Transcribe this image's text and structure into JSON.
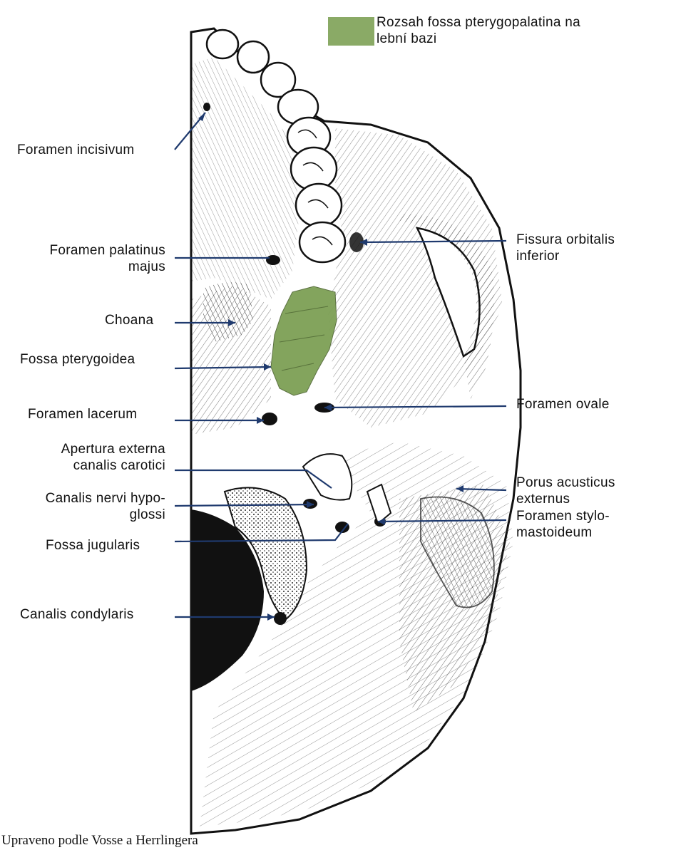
{
  "legend": {
    "color": "#8aaa66",
    "line1": "Rozsah fossa pterygopalatina na",
    "line2": "lební bazi"
  },
  "labels_left": [
    {
      "id": "foramen-incisivum",
      "lines": [
        "Foramen incisivum"
      ]
    },
    {
      "id": "foramen-palatinus-majus",
      "lines": [
        "Foramen palatinus",
        "majus"
      ]
    },
    {
      "id": "choana",
      "lines": [
        "Choana"
      ]
    },
    {
      "id": "fossa-pterygoidea",
      "lines": [
        "Fossa pterygoidea"
      ]
    },
    {
      "id": "foramen-lacerum",
      "lines": [
        "Foramen lacerum"
      ]
    },
    {
      "id": "apertura-externa",
      "lines": [
        "Apertura externa",
        "canalis carotici"
      ]
    },
    {
      "id": "canalis-nervi-hypoglossi",
      "lines": [
        "Canalis nervi hypo-",
        "glossi"
      ]
    },
    {
      "id": "fossa-jugularis",
      "lines": [
        "Fossa jugularis"
      ]
    },
    {
      "id": "canalis-condylaris",
      "lines": [
        "Canalis condylaris"
      ]
    }
  ],
  "labels_right": [
    {
      "id": "fissura-orbitalis-inferior",
      "lines": [
        "Fissura orbitalis",
        "inferior"
      ]
    },
    {
      "id": "foramen-ovale",
      "lines": [
        "Foramen ovale"
      ]
    },
    {
      "id": "porus-acusticus-externus",
      "lines": [
        "Porus acusticus",
        "externus"
      ]
    },
    {
      "id": "foramen-stylomastoideum",
      "lines": [
        "Foramen stylo-",
        "mastoideum"
      ]
    }
  ],
  "leader_color": "#1f3a6e",
  "credit": "Upraveno podle Vosse a Herrlingera"
}
